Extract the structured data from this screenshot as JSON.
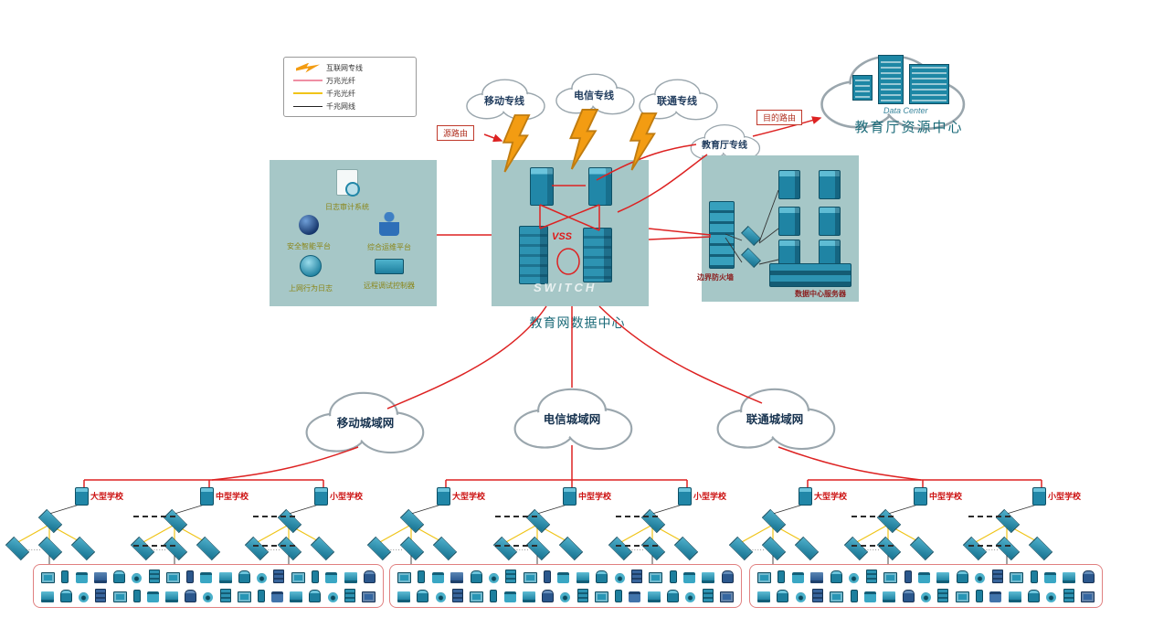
{
  "colors": {
    "box_teal": "#a6c7c7",
    "device_teal": "#1d7f9e",
    "line_red": "#dd2222",
    "line_pink": "#ef8fa4",
    "line_yellow": "#f0c419",
    "line_black": "#222222",
    "lightning_orange": "#f39c12",
    "label_teal": "#1a6a78",
    "school_label_red": "#cc1111",
    "platform_label_olive": "#8a8517",
    "server_label_maroon": "#8b2020"
  },
  "legend": {
    "items": [
      {
        "label": "互联网专线",
        "type": "lightning"
      },
      {
        "label": "万兆光纤",
        "type": "line",
        "color": "#ef8fa4"
      },
      {
        "label": "千兆光纤",
        "type": "line",
        "color": "#f0c419"
      },
      {
        "label": "千兆网线",
        "type": "line",
        "color": "#222222"
      }
    ]
  },
  "top_clouds": [
    {
      "label": "移动专线"
    },
    {
      "label": "电信专线"
    },
    {
      "label": "联通专线"
    }
  ],
  "edu_cloud": {
    "label": "教育厅专线"
  },
  "resource_center": {
    "label": "教育厅资源中心",
    "caption": "Data Center"
  },
  "routes": {
    "source": "源路由",
    "destination": "目的路由"
  },
  "center": {
    "vss": "VSS",
    "watermark": "SWITCH",
    "label": "教育网数据中心"
  },
  "platforms": {
    "items": [
      "日志审计系统",
      "安全智能平台",
      "综合运维平台",
      "上网行为日志",
      "远程调试控制器"
    ]
  },
  "right_box": {
    "firewall_label": "边界防火墙",
    "servers_label": "数据中心服务器"
  },
  "regions": [
    {
      "metro_label": "移动城域网",
      "schools": [
        {
          "label": "大型学校"
        },
        {
          "label": "中型学校"
        },
        {
          "label": "小型学校"
        }
      ]
    },
    {
      "metro_label": "电信城域网",
      "schools": [
        {
          "label": "大型学校"
        },
        {
          "label": "中型学校"
        },
        {
          "label": "小型学校"
        }
      ]
    },
    {
      "metro_label": "联通城域网",
      "schools": [
        {
          "label": "大型学校"
        },
        {
          "label": "中型学校"
        },
        {
          "label": "小型学校"
        }
      ]
    }
  ],
  "misc": {
    "ellipsis": "......"
  }
}
